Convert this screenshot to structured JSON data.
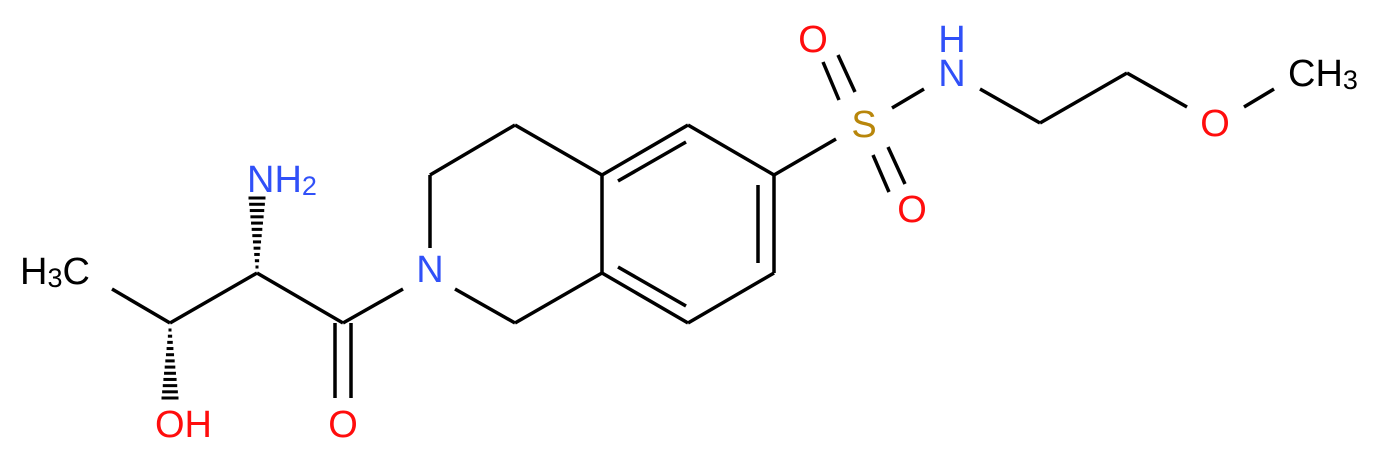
{
  "molecule": {
    "atoms": {
      "nh2": {
        "main": "NH",
        "sub": "2",
        "color": "#3050F8"
      },
      "h3c": {
        "pre": "H",
        "sub": "3",
        "post": "C",
        "color": "#000000"
      },
      "oh": {
        "text": "OH",
        "color": "#FF0D0D"
      },
      "carbonyl_o": {
        "text": "O",
        "color": "#FF0D0D"
      },
      "ring_n": {
        "text": "N",
        "color": "#3050F8"
      },
      "sulfur": {
        "text": "S",
        "color": "#B8860B"
      },
      "sulfonyl_o_top": {
        "text": "O",
        "color": "#FF0D0D"
      },
      "sulfonyl_o_bottom": {
        "text": "O",
        "color": "#FF0D0D"
      },
      "amide_n": {
        "text": "N",
        "color": "#3050F8"
      },
      "amide_h": {
        "text": "H",
        "color": "#3050F8"
      },
      "ether_o": {
        "text": "O",
        "color": "#FF0D0D"
      },
      "ch3": {
        "main": "CH",
        "sub": "3",
        "color": "#000000"
      }
    }
  }
}
